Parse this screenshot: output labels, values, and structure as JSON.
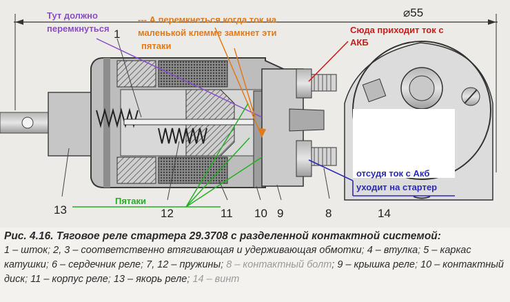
{
  "diagram": {
    "dimension_label": "⌀55",
    "numbers": [
      "1",
      "13",
      "12",
      "11",
      "10",
      "9",
      "8",
      "14"
    ],
    "annotations": {
      "switch_here": [
        "Тут должно",
        "перемкнуться"
      ],
      "closes_when": [
        "--- А перемкнеться когда ток на",
        "маленькой клемме замкнет эти",
        "пятаки"
      ],
      "battery_in": [
        "Сюда приходит ток с",
        "АКБ"
      ],
      "battery_out": [
        "отсудя ток с Акб",
        "уходит на стартер"
      ],
      "contacts": "Пятаки"
    },
    "colors": {
      "purple": "#8a4cc8",
      "orange": "#e07a1a",
      "red": "#d01a1a",
      "blue": "#2a2ab8",
      "green": "#23b023"
    }
  },
  "caption": {
    "title": "Рис. 4.16. Тяговое реле стартера 29.3708 с разделенной контактной системой:",
    "parts": [
      {
        "num": "1",
        "text": "шток",
        "faint": false
      },
      {
        "num": "2, 3",
        "text": "соответственно втягивающая и удерживающая обмотки",
        "faint": false
      },
      {
        "num": "4",
        "text": "втулка",
        "faint": false
      },
      {
        "num": "5",
        "text": "каркас катушки",
        "faint": false
      },
      {
        "num": "6",
        "text": "сердечник реле",
        "faint": false
      },
      {
        "num": "7, 12",
        "text": "пружины",
        "faint": false
      },
      {
        "num": "8",
        "text": "контактный болт",
        "faint": true
      },
      {
        "num": "9",
        "text": "крышка реле",
        "faint": false
      },
      {
        "num": "10",
        "text": "контактный диск",
        "faint": false
      },
      {
        "num": "11",
        "text": "корпус реле",
        "faint": false
      },
      {
        "num": "13",
        "text": "якорь реле",
        "faint": false
      },
      {
        "num": "14",
        "text": "винт",
        "faint": true
      }
    ]
  }
}
